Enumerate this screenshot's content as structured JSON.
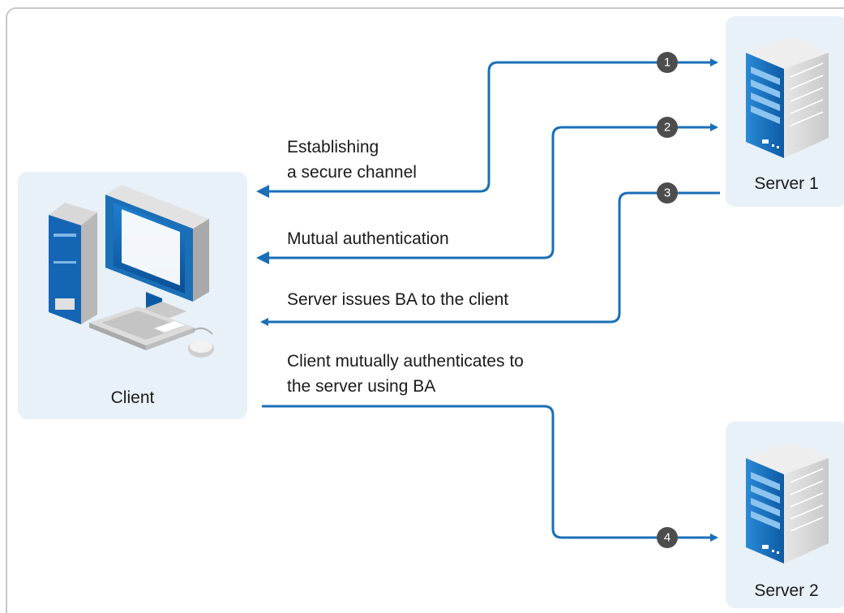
{
  "nodes": {
    "client": {
      "label": "Client"
    },
    "server1": {
      "label": "Server 1"
    },
    "server2": {
      "label": "Server 2"
    }
  },
  "steps": [
    {
      "number": "1",
      "text": "Establishing\na secure channel"
    },
    {
      "number": "2",
      "text": "Mutual authentication"
    },
    {
      "number": "3",
      "text": "Server issues BA to the client"
    },
    {
      "number": "4",
      "text": "Client mutually authenticates to\nthe server using BA"
    }
  ],
  "colors": {
    "arrow": "#1a6fb7",
    "panel": "#e8f0f8",
    "badge": "#4d4d4d",
    "border": "#c8c8c8"
  }
}
